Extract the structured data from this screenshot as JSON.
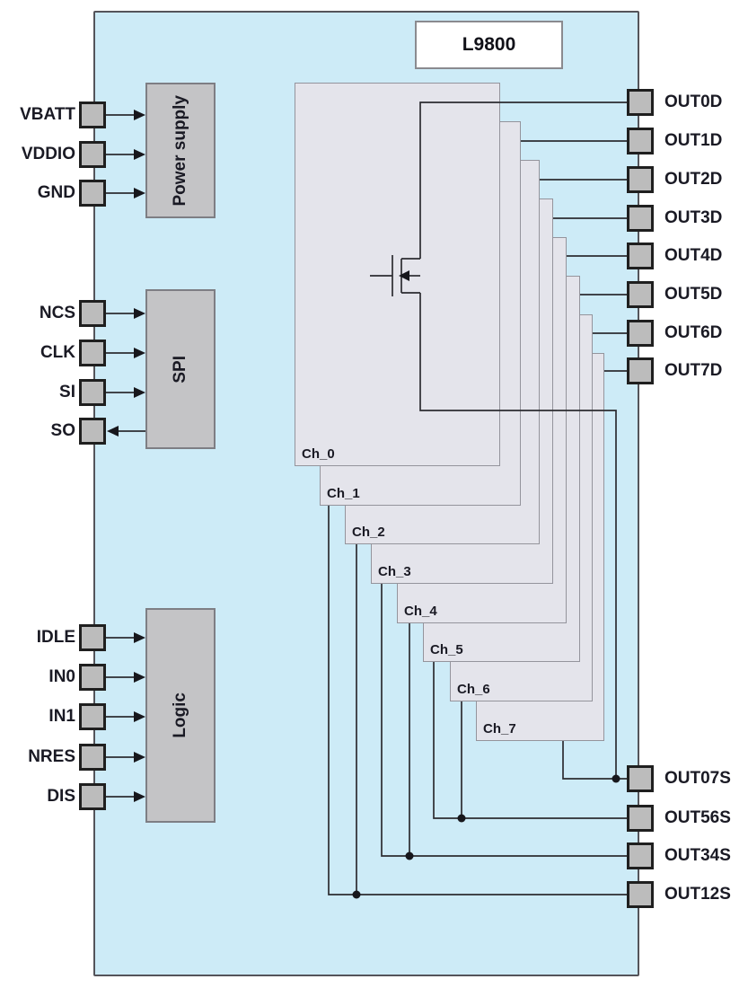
{
  "chip": {
    "title": "L9800"
  },
  "blocks": {
    "power_supply": {
      "label": "Power supply"
    },
    "spi": {
      "label": "SPI"
    },
    "logic": {
      "label": "Logic"
    }
  },
  "pins": {
    "left": [
      {
        "label": "VBATT",
        "direction": "in"
      },
      {
        "label": "VDDIO",
        "direction": "in"
      },
      {
        "label": "GND",
        "direction": "in"
      },
      {
        "label": "NCS",
        "direction": "in"
      },
      {
        "label": "CLK",
        "direction": "in"
      },
      {
        "label": "SI",
        "direction": "in"
      },
      {
        "label": "SO",
        "direction": "out"
      },
      {
        "label": "IDLE",
        "direction": "in"
      },
      {
        "label": "IN0",
        "direction": "in"
      },
      {
        "label": "IN1",
        "direction": "in"
      },
      {
        "label": "NRES",
        "direction": "in"
      },
      {
        "label": "DIS",
        "direction": "in"
      }
    ],
    "right_drain": [
      {
        "label": "OUT0D"
      },
      {
        "label": "OUT1D"
      },
      {
        "label": "OUT2D"
      },
      {
        "label": "OUT3D"
      },
      {
        "label": "OUT4D"
      },
      {
        "label": "OUT5D"
      },
      {
        "label": "OUT6D"
      },
      {
        "label": "OUT7D"
      }
    ],
    "right_source": [
      {
        "label": "OUT07S"
      },
      {
        "label": "OUT56S"
      },
      {
        "label": "OUT34S"
      },
      {
        "label": "OUT12S"
      }
    ]
  },
  "channels": [
    {
      "label": "Ch_0"
    },
    {
      "label": "Ch_1"
    },
    {
      "label": "Ch_2"
    },
    {
      "label": "Ch_3"
    },
    {
      "label": "Ch_4"
    },
    {
      "label": "Ch_5"
    },
    {
      "label": "Ch_6"
    },
    {
      "label": "Ch_7"
    }
  ],
  "colors": {
    "chip_fill": "#cdebf7",
    "chip_border": "#54545a",
    "block_fill": "#c4c4c6",
    "channel_fill": "#e4e4eb",
    "pin_fill": "#bcbcbc",
    "wire": "#2c2c31",
    "text": "#1a1a24"
  }
}
